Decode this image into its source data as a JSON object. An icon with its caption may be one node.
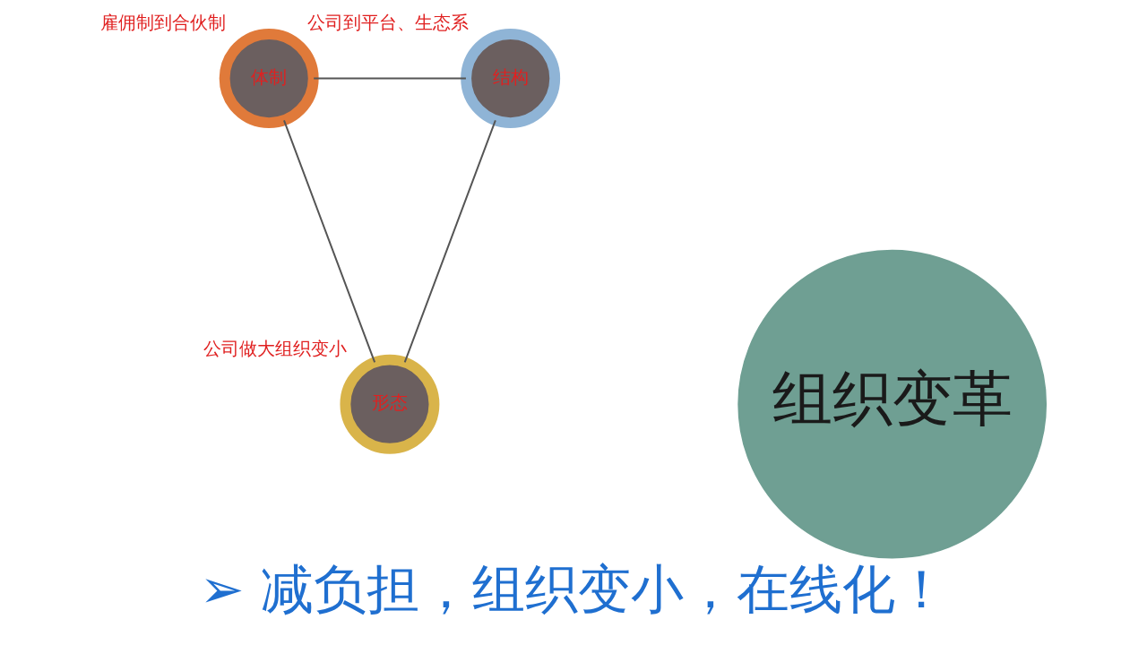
{
  "diagram": {
    "caption": "➢ 减负担，组织变小，在线化！",
    "nodes": [
      {
        "text": [
          "组织变革"
        ]
      },
      {
        "text": [
          "体制"
        ],
        "beside": [
          "雇佣制到合伙制"
        ]
      },
      {
        "text": [
          "结构"
        ],
        "beside": [
          "公司到平台、生态系"
        ]
      },
      {
        "text": [
          "形态"
        ],
        "beside": [
          "公司做大组织变小"
        ]
      }
    ],
    "edges": [
      {
        "from": 1,
        "to": 2,
        "arrow": "none"
      },
      {
        "from": 2,
        "to": 3,
        "arrow": "none"
      },
      {
        "from": 1,
        "to": 3,
        "arrow": "none"
      }
    ]
  }
}
